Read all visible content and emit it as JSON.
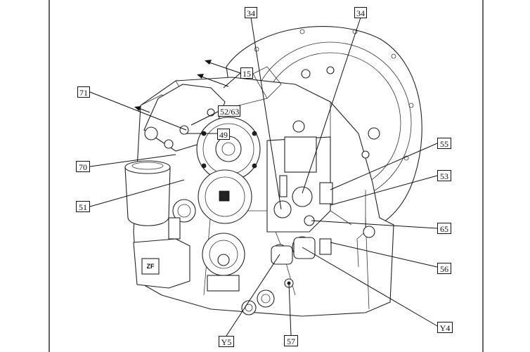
{
  "diagram": {
    "callouts": [
      {
        "id": "34a",
        "label": "34"
      },
      {
        "id": "34b",
        "label": "34"
      },
      {
        "id": "15",
        "label": "15"
      },
      {
        "id": "71",
        "label": "71"
      },
      {
        "id": "52_63",
        "label": "52/63"
      },
      {
        "id": "49",
        "label": "49"
      },
      {
        "id": "70",
        "label": "70"
      },
      {
        "id": "51",
        "label": "51"
      },
      {
        "id": "55",
        "label": "55"
      },
      {
        "id": "53",
        "label": "53"
      },
      {
        "id": "65",
        "label": "65"
      },
      {
        "id": "56",
        "label": "56"
      },
      {
        "id": "Y4",
        "label": "Y4"
      },
      {
        "id": "Y5",
        "label": "Y5"
      },
      {
        "id": "57",
        "label": "57"
      }
    ],
    "logo_mark": "ZF"
  }
}
